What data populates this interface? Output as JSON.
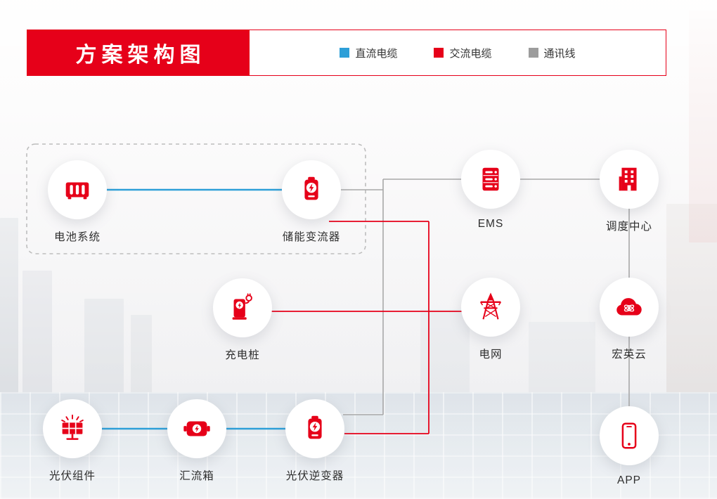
{
  "header": {
    "title": "方案架构图"
  },
  "legend": {
    "items": [
      {
        "id": "dc-cable",
        "label": "直流电缆",
        "color": "#2d9fd8"
      },
      {
        "id": "ac-cable",
        "label": "交流电缆",
        "color": "#e60019"
      },
      {
        "id": "comm-line",
        "label": "通讯线",
        "color": "#9c9c9c"
      }
    ]
  },
  "colors": {
    "accent_red": "#e60019",
    "dc_blue": "#2d9fd8",
    "comm_gray": "#a8a8a8"
  },
  "nodes": [
    {
      "id": "battery-system",
      "label": "电池系统",
      "icon": "battery-cabinet-icon"
    },
    {
      "id": "storage-converter",
      "label": "储能变流器",
      "icon": "converter-icon"
    },
    {
      "id": "ems",
      "label": "EMS",
      "icon": "server-icon"
    },
    {
      "id": "dispatch-center",
      "label": "调度中心",
      "icon": "building-icon"
    },
    {
      "id": "charging-pile",
      "label": "充电桩",
      "icon": "ev-charger-icon"
    },
    {
      "id": "power-grid",
      "label": "电网",
      "icon": "transmission-tower-icon"
    },
    {
      "id": "hongying-cloud",
      "label": "宏英云",
      "icon": "cloud-icon"
    },
    {
      "id": "pv-modules",
      "label": "光伏组件",
      "icon": "solar-panel-icon"
    },
    {
      "id": "combiner-box",
      "label": "汇流箱",
      "icon": "combiner-box-icon"
    },
    {
      "id": "pv-inverter",
      "label": "光伏逆变器",
      "icon": "inverter-icon"
    },
    {
      "id": "app",
      "label": "APP",
      "icon": "smartphone-icon"
    }
  ]
}
